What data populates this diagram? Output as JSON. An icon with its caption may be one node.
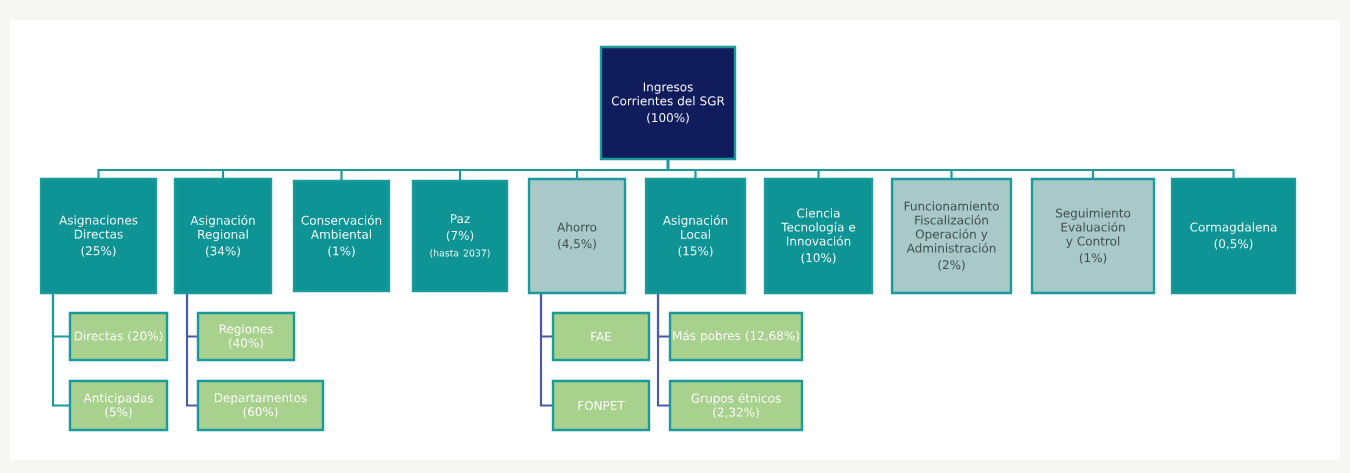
{
  "diagram": {
    "nodes": [
      {
        "text": [
          "Ingresos Corrientes del SGR",
          "(100%)"
        ]
      },
      {
        "text": [
          "Asignaciones Directas",
          "(25%)"
        ]
      },
      {
        "text": [
          "Asignación Regional",
          "(34%)"
        ]
      },
      {
        "text": [
          "Conservación Ambiental",
          "(1%)"
        ]
      },
      {
        "text": [
          "Paz",
          "(7%)",
          "(hasta 2037)"
        ]
      },
      {
        "text": [
          "Ahorro",
          "(4,5%)"
        ]
      },
      {
        "text": [
          "Asignación Local",
          "(15%)"
        ]
      },
      {
        "text": [
          "Ciencia Tecnología e Innovación",
          "(10%)"
        ]
      },
      {
        "text": [
          "Funcionamiento Fiscalización Operación y Administración",
          "(2%)"
        ]
      },
      {
        "text": [
          "Seguimiento Evaluación y Control",
          "(1%)"
        ]
      },
      {
        "text": [
          "Cormagdalena",
          "(0,5%)"
        ]
      },
      {
        "text": [
          "Directas (20%)"
        ]
      },
      {
        "text": [
          "Anticipadas (5%)"
        ]
      },
      {
        "text": [
          "Regiones (40%)"
        ]
      },
      {
        "text": [
          "Departamentos (60%)"
        ]
      },
      {
        "text": [
          "FAE"
        ]
      },
      {
        "text": [
          "FONPET"
        ]
      },
      {
        "text": [
          "Más pobres (12,68%)"
        ]
      },
      {
        "text": [
          "Grupos étnicos (2,32%)"
        ]
      }
    ],
    "edges": [
      {
        "from": 0,
        "to": 1,
        "arrow": "none"
      },
      {
        "from": 0,
        "to": 2,
        "arrow": "none"
      },
      {
        "from": 0,
        "to": 3,
        "arrow": "none"
      },
      {
        "from": 0,
        "to": 4,
        "arrow": "none"
      },
      {
        "from": 0,
        "to": 5,
        "arrow": "none"
      },
      {
        "from": 0,
        "to": 6,
        "arrow": "none"
      },
      {
        "from": 0,
        "to": 7,
        "arrow": "none"
      },
      {
        "from": 0,
        "to": 8,
        "arrow": "none"
      },
      {
        "from": 0,
        "to": 9,
        "arrow": "none"
      },
      {
        "from": 0,
        "to": 10,
        "arrow": "none"
      },
      {
        "from": 1,
        "to": 11,
        "arrow": "none"
      },
      {
        "from": 1,
        "to": 12,
        "arrow": "none"
      },
      {
        "from": 2,
        "to": 13,
        "arrow": "none",
        "color": "#4a5aa8"
      },
      {
        "from": 2,
        "to": 14,
        "arrow": "none",
        "color": "#4a5aa8"
      },
      {
        "from": 5,
        "to": 15,
        "arrow": "none",
        "color": "#4a5aa8"
      },
      {
        "from": 5,
        "to": 16,
        "arrow": "none",
        "color": "#4a5aa8"
      },
      {
        "from": 6,
        "to": 17,
        "arrow": "none",
        "color": "#4a5aa8"
      },
      {
        "from": 6,
        "to": 18,
        "arrow": "none",
        "color": "#4a5aa8"
      }
    ]
  }
}
